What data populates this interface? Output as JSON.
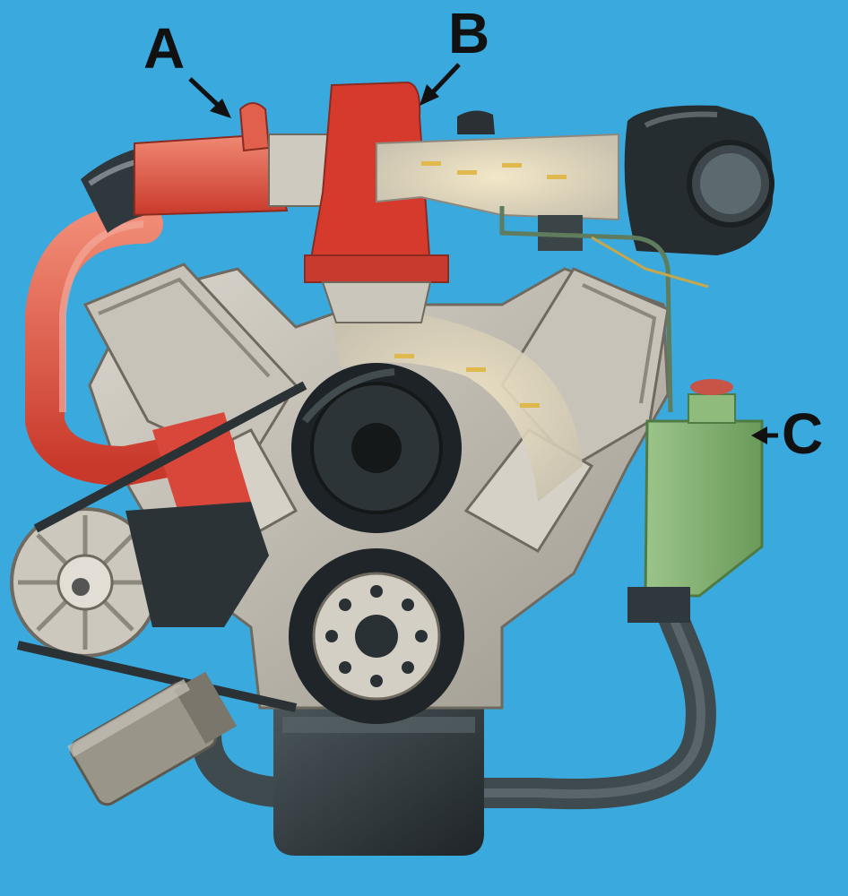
{
  "callouts": {
    "a": "A",
    "b": "B",
    "c": "C"
  },
  "colors": {
    "background": "#3aa9dd",
    "exhaust": "#e35a45",
    "turbo_housing": "#d73a2e",
    "engine_block": "#b9b4a8",
    "reservoir": "#7fae6c",
    "dark_parts": "#2c3438",
    "callout_text": "#111111"
  },
  "icons": [
    "arrow-a-icon",
    "arrow-b-icon",
    "arrow-c-icon"
  ]
}
